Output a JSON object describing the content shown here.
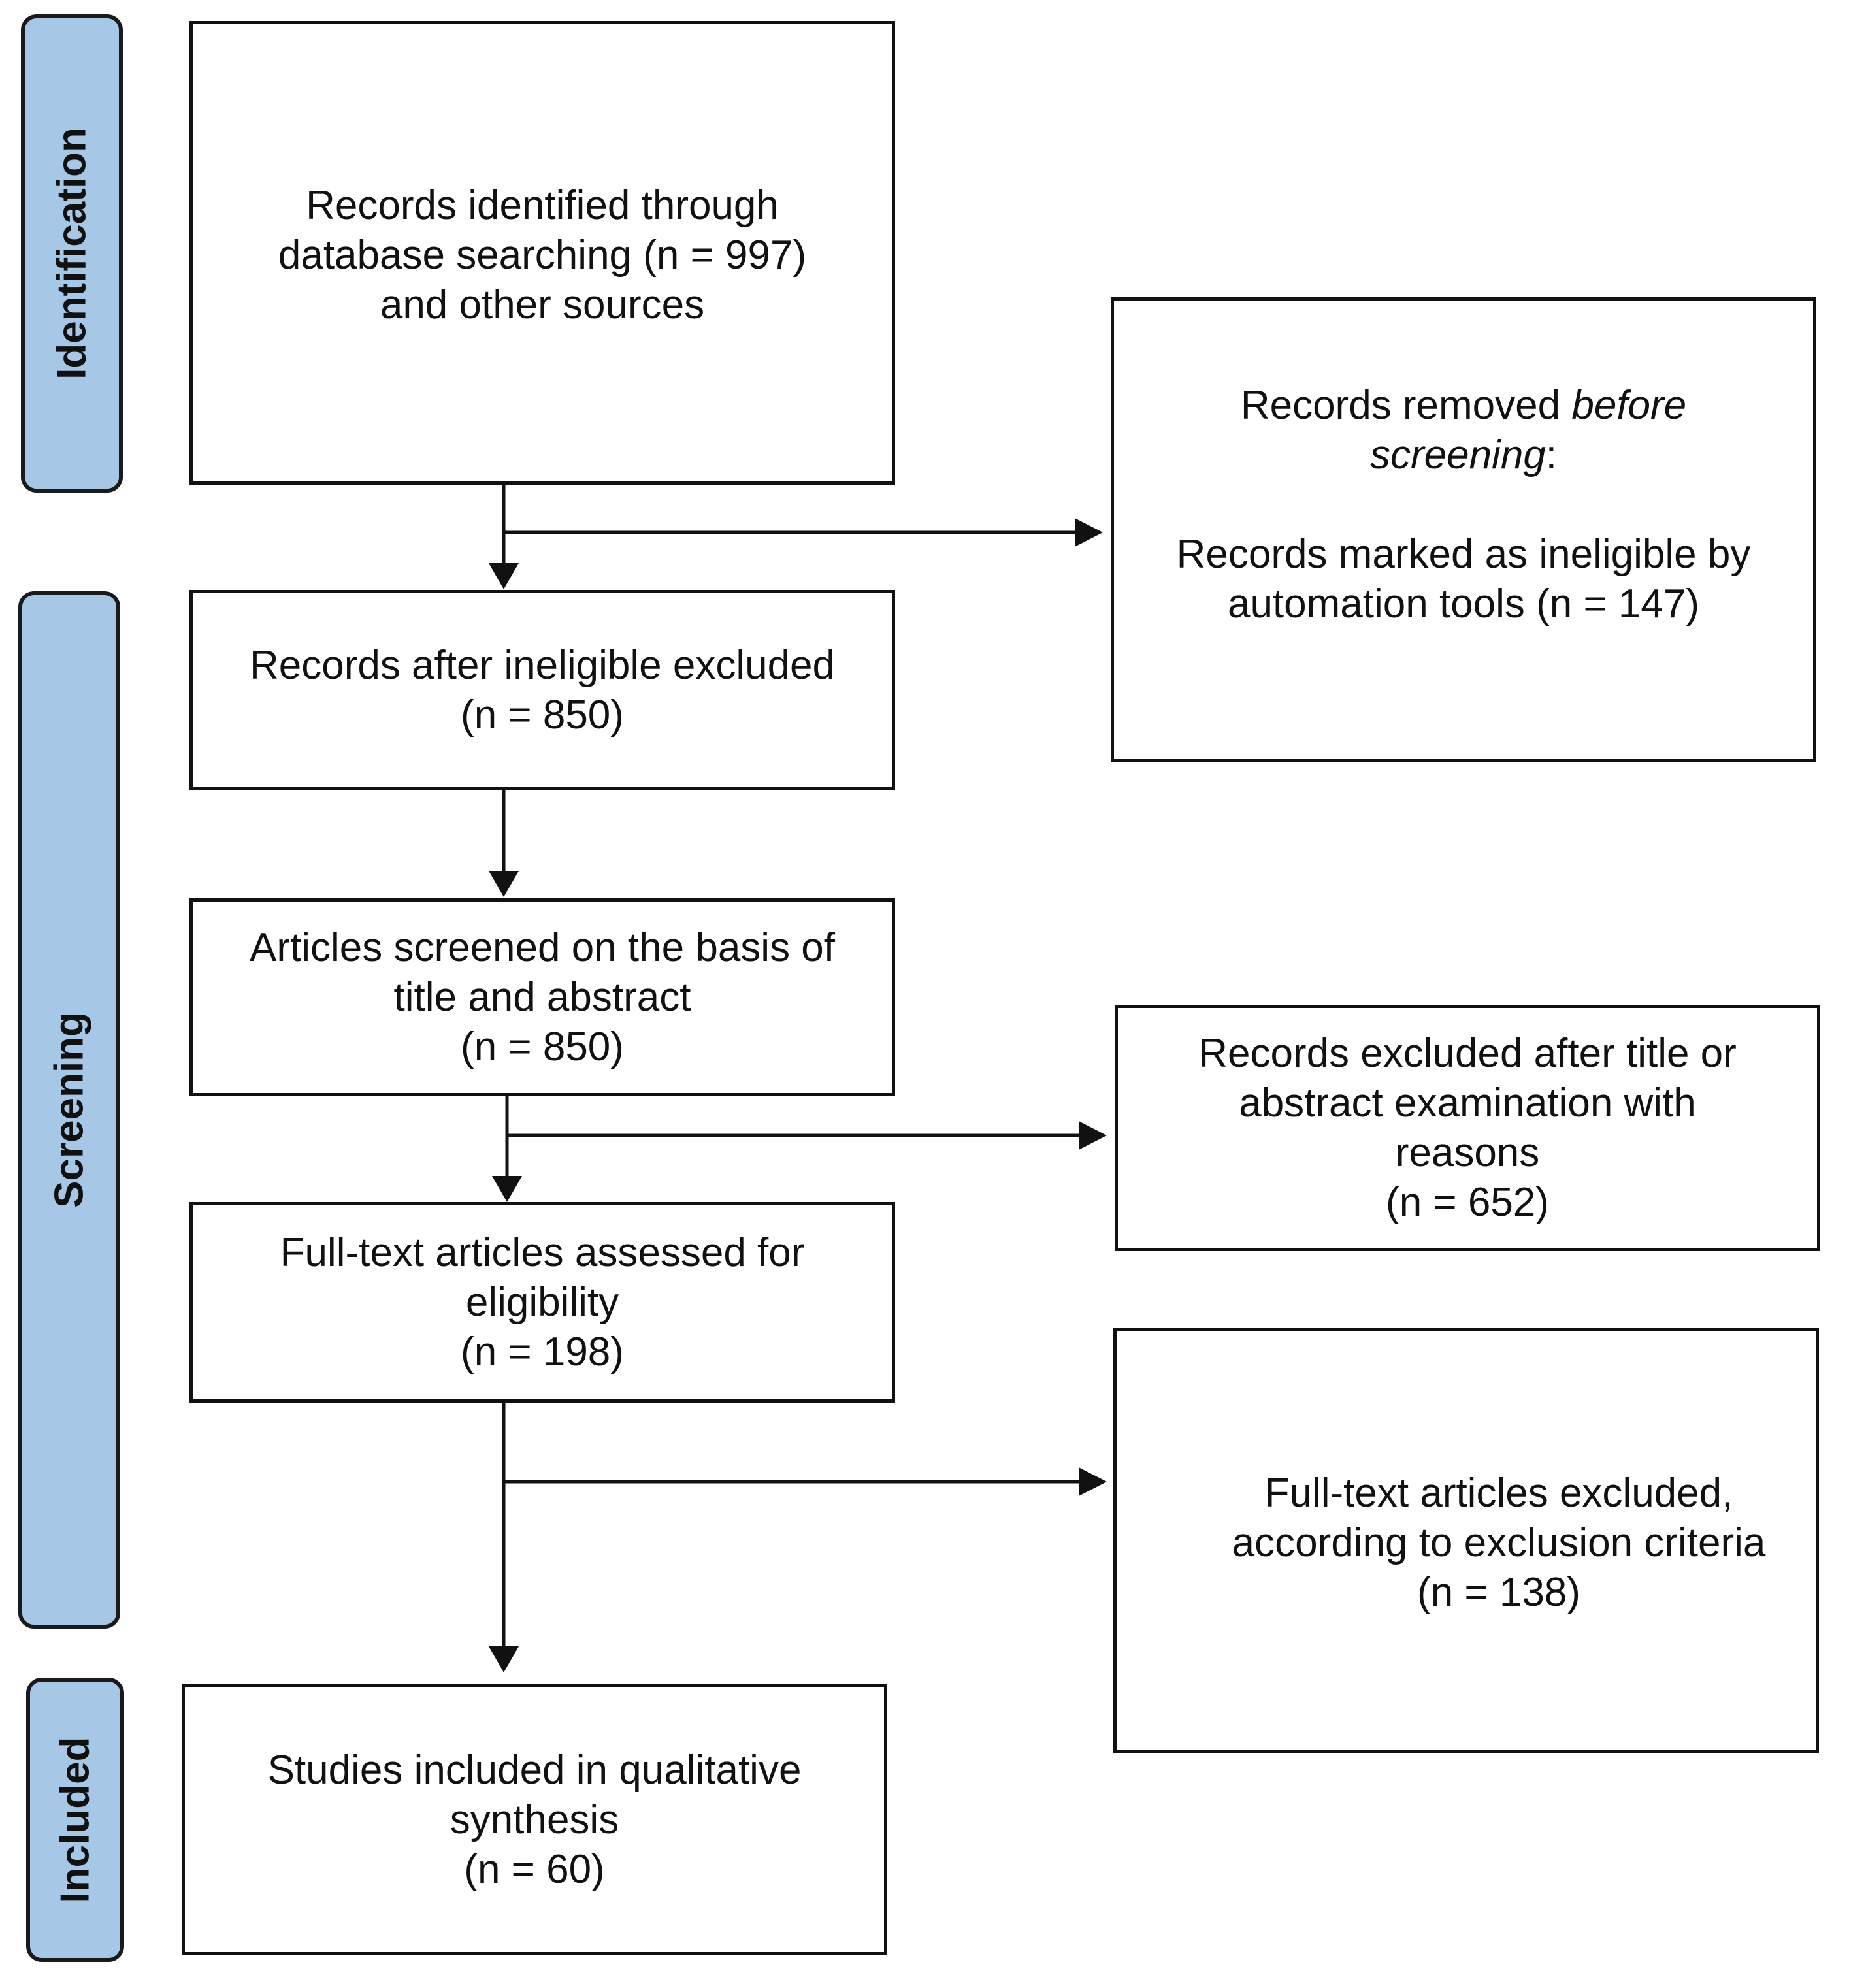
{
  "phases": {
    "identification": "Identification",
    "screening": "Screening",
    "included": "Included"
  },
  "boxes": {
    "identified": {
      "line1": "Records identified through",
      "line2": "database searching (n = 997)",
      "line3": "and other sources"
    },
    "removed_before": {
      "title_a": "Records removed ",
      "title_b": "before",
      "title_c": "screening",
      "title_d": ":",
      "line1": "Records marked as ineligible by",
      "line2": "automation tools (n = 147)"
    },
    "after_ineligible": {
      "line1": "Records after ineligible excluded",
      "line2": "(n = 850)"
    },
    "screened": {
      "line1": "Articles screened on the basis of",
      "line2": "title and abstract",
      "line3": "(n = 850)"
    },
    "excluded_title": {
      "line1": "Records excluded after title or",
      "line2": "abstract examination with",
      "line3": "reasons",
      "line4": "(n = 652)"
    },
    "fulltext_assessed": {
      "line1": "Full-text articles assessed for",
      "line2": "eligibility",
      "line3": "(n = 198)"
    },
    "fulltext_excluded": {
      "line1": "Full-text articles excluded,",
      "line2": "according to exclusion criteria",
      "line3": "(n = 138)"
    },
    "included": {
      "line1": "Studies included in qualitative",
      "line2": "synthesis",
      "line3": "(n = 60)"
    }
  }
}
